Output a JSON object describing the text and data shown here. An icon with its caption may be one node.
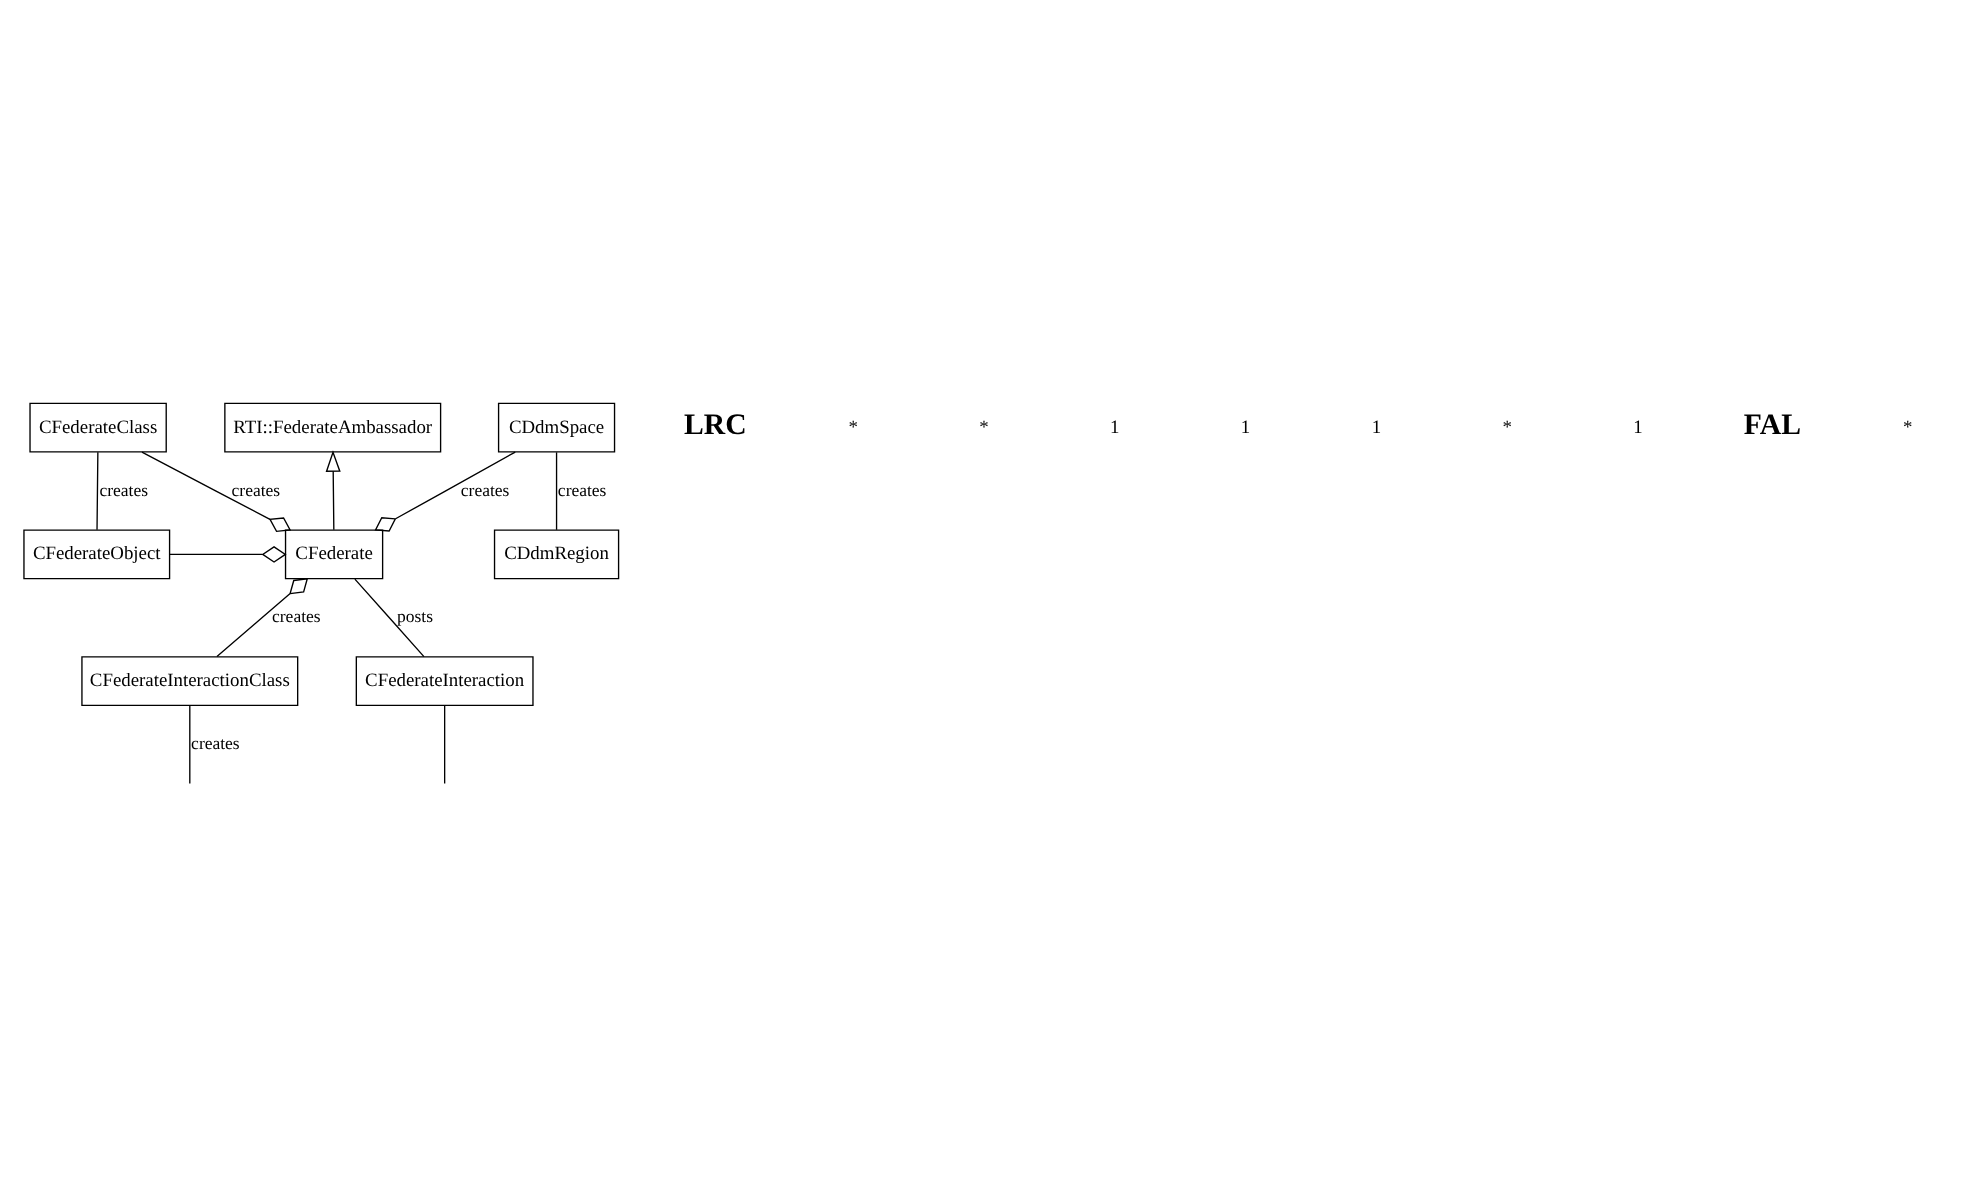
{
  "diagram": {
    "nodes": [
      {
        "text": [
          "RTI::FederateAmbassador"
        ]
      },
      {
        "text": [
          "CFederateClass"
        ]
      },
      {
        "text": [
          "CDdmSpace"
        ]
      },
      {
        "text": [
          "CFederateObject"
        ]
      },
      {
        "text": [
          "CFederate"
        ]
      },
      {
        "text": [
          "CDdmRegion"
        ]
      },
      {
        "text": [
          "CFederateInteractionClass"
        ]
      },
      {
        "text": [
          "CFederateInteraction"
        ]
      }
    ],
    "edges": [
      {
        "from": 4,
        "to": 0,
        "arrow": "to"
      },
      {
        "from": 1,
        "to": 4,
        "arrow": "other",
        "label": "creates"
      },
      {
        "from": 1,
        "to": 3,
        "arrow": "none",
        "label": "creates"
      },
      {
        "from": 2,
        "to": 4,
        "arrow": "other",
        "label": "creates"
      },
      {
        "from": 2,
        "to": 5,
        "arrow": "none",
        "label": "creates"
      },
      {
        "from": 3,
        "to": 4,
        "arrow": "other"
      },
      {
        "from": 6,
        "to": 4,
        "arrow": "other",
        "label": "creates"
      },
      {
        "from": 4,
        "to": 7,
        "arrow": "none",
        "label": "posts"
      },
      {
        "from": 6,
        "to": null,
        "arrow": "none",
        "label": "creates"
      },
      {
        "from": 7,
        "to": null,
        "arrow": "none"
      }
    ],
    "labels": [
      "LRC",
      "*",
      "*",
      "1",
      "1",
      "1",
      "*",
      "1",
      "FAL",
      "*"
    ]
  }
}
